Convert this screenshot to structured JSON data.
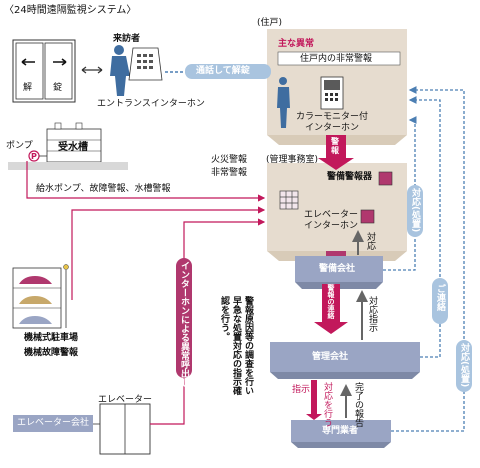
{
  "title": "〈24時間遠隔監視システム〉",
  "entrance": {
    "visitor_label": "来訪者",
    "intercom_label": "エントランスインターホン",
    "door_left": "解",
    "door_right": "錠",
    "flow_label": "通話して解錠"
  },
  "residence": {
    "header": "(住戸)",
    "alarm_title": "主な異常",
    "alarm_item": "住戸内の非常警報",
    "monitor_label_1": "カラーモニター付",
    "monitor_label_2": "インターホン",
    "alarm_down": "警報"
  },
  "pump": {
    "pump_label": "ポンプ",
    "pump_symbol": "P",
    "tank_label": "受水槽",
    "alarm_text": "給水ポンプ、故障警報、水槽警報"
  },
  "management_room": {
    "header": "(管理事務室)",
    "fire_alarm": "火災警報",
    "emergency_alarm": "非常警報",
    "alarm_panel": "警備警報器",
    "elevator_intercom_1": "エレベーター",
    "elevator_intercom_2": "インターホン"
  },
  "parking": {
    "label_1": "機械式駐車場",
    "label_2": "機械故障警報"
  },
  "elevator": {
    "label": "エレベーター",
    "company": "エレベーター会社",
    "intercom_flow": "インターホンによる異常呼出し"
  },
  "security_company": {
    "label": "警備会社",
    "response": "対応",
    "alarm_contact": "警報の連絡"
  },
  "management_company": {
    "label": "管理会社",
    "instruction_up": "対応指示",
    "instruction": "指示",
    "investigation": "警報原因等の調査を行い早急な処置対応の指示確認を行う。"
  },
  "contractor": {
    "label": "専門業者",
    "response_action": "対応を行う",
    "completion_report": "完了の報告"
  },
  "side_flows": {
    "response_action_1": "対応(処置)",
    "contact": "ご連絡",
    "response_action_2": "対応(処置)"
  },
  "colors": {
    "accent": "#c2185b",
    "panel_fill": "#e6dccf",
    "box_fill": "#9aa5c4",
    "flow_blue": "#4c7fb3",
    "flow_pill": "#a9c4df"
  }
}
